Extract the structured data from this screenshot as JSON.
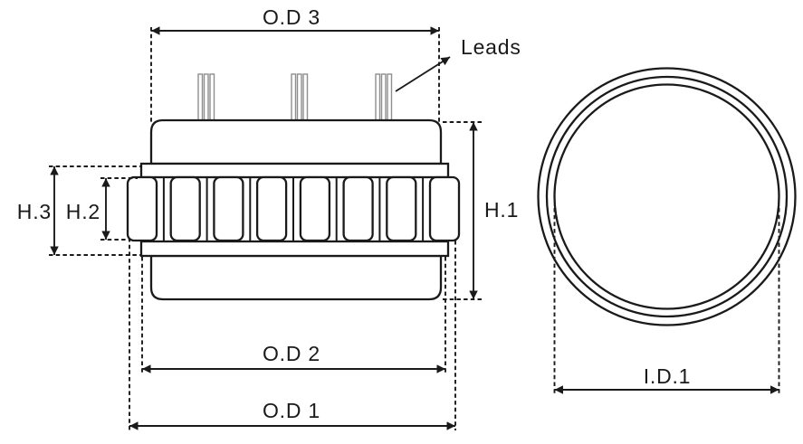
{
  "drawing": {
    "type": "technical-dimension-drawing",
    "subject": "alternator stator",
    "side_view": {
      "labels": {
        "od3": "O.D 3",
        "od2": "O.D 2",
        "od1": "O.D 1",
        "h1": "H.1",
        "h2": "H.2",
        "h3": "H.3",
        "leads": "Leads"
      }
    },
    "front_view": {
      "labels": {
        "id1": "I.D.1"
      }
    },
    "colors": {
      "line": "#1a1a1a",
      "lead_wire": "#8f8f8f",
      "background": "#ffffff"
    }
  }
}
